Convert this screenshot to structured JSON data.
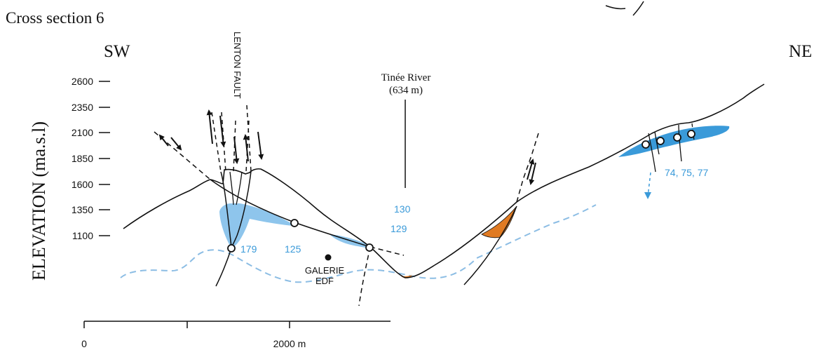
{
  "title": "Cross section 6",
  "orientation": {
    "left": "SW",
    "right": "NE"
  },
  "y_axis": {
    "label": "ELEVATION (ma.s.l)",
    "ticks": [
      "2600",
      "2350",
      "2100",
      "1850",
      "1600",
      "1350",
      "1100"
    ]
  },
  "scale_bar": {
    "start": "0",
    "end": "2000 m"
  },
  "labels": {
    "fault": "LENTON FAULT",
    "river_name": "Tinée River",
    "river_elev": "(634 m)",
    "galerie_1": "GALERIE",
    "galerie_2": "EDF"
  },
  "spring_labels": {
    "s179": "179",
    "s125": "125",
    "s130": "130",
    "s129": "129",
    "s74": "74, 75, 77"
  },
  "colors": {
    "water_blue": "#3a9ad9",
    "light_blue": "#8ec5ec",
    "dashed_blue": "#8cbde4",
    "orange": "#e07a22",
    "ink": "#111111"
  }
}
